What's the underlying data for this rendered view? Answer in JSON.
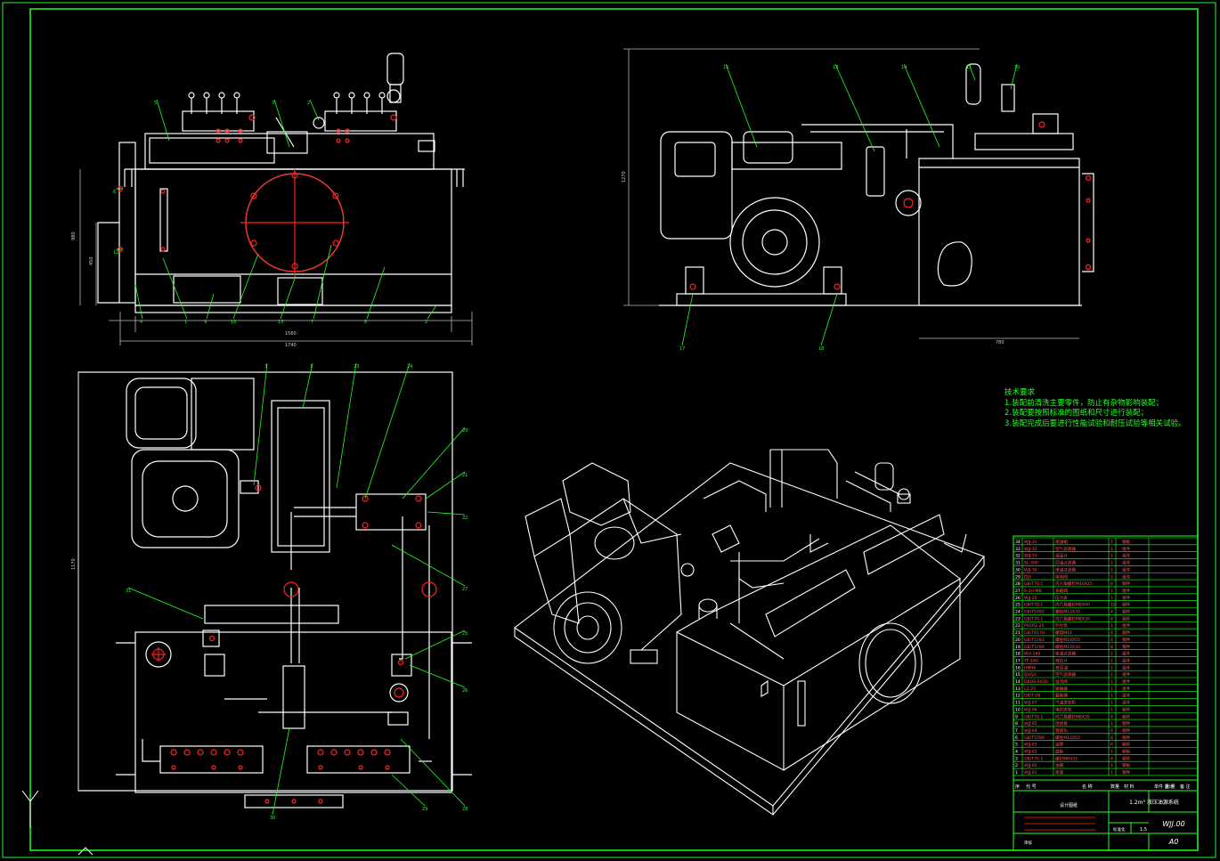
{
  "drawing": {
    "kind": "hydraulic pump station assembly drawing",
    "colors": {
      "background": "#000000",
      "lines": "#ffffff",
      "leaders": "#22ff22",
      "markers": "#ff2222",
      "dims": "#cccccc",
      "border": "#22ff22"
    }
  },
  "tech_requirements": {
    "title": "技术要求",
    "lines": [
      "1.装配前清洗主要零件，防止有杂物影响装配；",
      "2.装配要按照标准的图纸和尺寸进行装配；",
      "3.装配完成后要进行性能试验和耐压试验等相关试验。"
    ]
  },
  "dimensions": {
    "front_width": "1740",
    "front_inner": "1560",
    "front_height": "980",
    "front_inner_height": "450",
    "side_height": "1270",
    "side_width": "780",
    "plan_height": "1170"
  },
  "title_block": {
    "name": "1.2m³ 液压油源系统",
    "drawing_no": "WJJ.00",
    "sheet": "A0",
    "scale": "1:5",
    "header_cols": [
      "序",
      "代 号",
      "名 称",
      "数量",
      "材 料",
      "单件 总计",
      "重 量",
      "备 注"
    ],
    "drawn_label": "设计图纸",
    "approve_label": "标准化",
    "check_label": "审核"
  },
  "bom_rows": [
    [
      "34",
      "WJJ-31",
      "储油箱",
      "1",
      "钢板"
    ],
    [
      "33",
      "WJJ-32",
      "空气滤清器",
      "1",
      "组件"
    ],
    [
      "32",
      "WJJ-33",
      "油温计",
      "1",
      "组件"
    ],
    [
      "31",
      "SL-300",
      "回油过滤器",
      "1",
      "组件"
    ],
    [
      "30",
      "WJJ-30",
      "进油过滤器",
      "1",
      "组件"
    ],
    [
      "29",
      "DJ3",
      "单向阀",
      "1",
      "组件"
    ],
    [
      "28",
      "GB/T70.1",
      "内六角螺钉M10X25",
      "8",
      "钢件"
    ],
    [
      "27",
      "6-2H-MB",
      "多路阀",
      "1",
      "组件"
    ],
    [
      "26",
      "WJJ-25",
      "压力表",
      "1",
      "组件"
    ],
    [
      "25",
      "GB/T70.1",
      "内六角螺钉M8X40",
      "12",
      "钢件"
    ],
    [
      "24",
      "GB/T5782",
      "螺栓M12X35",
      "4",
      "钢件"
    ],
    [
      "23",
      "GB/T70.1",
      "内六角螺钉M8X30",
      "4",
      "钢件"
    ],
    [
      "22",
      "PV2R1-25",
      "叶片泵",
      "1",
      "组件"
    ],
    [
      "21",
      "GB/T6170",
      "螺母M16",
      "4",
      "钢件"
    ],
    [
      "20",
      "GB/T5783",
      "螺栓M16X55",
      "4",
      "钢件"
    ],
    [
      "19",
      "GB/T5789",
      "螺栓M10X30",
      "8",
      "钢件"
    ],
    [
      "18",
      "WU-160",
      "吸油过滤器",
      "1",
      "组件"
    ],
    [
      "17",
      "YF-160",
      "液位计",
      "1",
      "组件"
    ],
    [
      "16",
      "HM46",
      "液压油",
      "1",
      "组件"
    ],
    [
      "15",
      "QUQ3",
      "空气滤清器",
      "1",
      "组件"
    ],
    [
      "14",
      "DBDS-6A10",
      "溢流阀",
      "1",
      "组件"
    ],
    [
      "13",
      "LZ-25",
      "联轴器",
      "1",
      "组件"
    ],
    [
      "12",
      "GB/T-08",
      "蓄能器",
      "1",
      "组件"
    ],
    [
      "11",
      "WJJ-07",
      "汽油发动机",
      "1",
      "组件"
    ],
    [
      "10",
      "WJJ-06",
      "电机支架",
      "1",
      "钢件"
    ],
    [
      "9",
      "GB/T70.1",
      "内六角螺钉M8X35",
      "4",
      "钢件"
    ],
    [
      "8",
      "WJJ-05",
      "连接板",
      "1",
      "钢件"
    ],
    [
      "7",
      "WJJ-04",
      "管接头",
      "4",
      "钢件"
    ],
    [
      "6",
      "GB/T5789",
      "螺栓M12X55",
      "8",
      "钢件"
    ],
    [
      "5",
      "WJJ-03",
      "油管",
      "6",
      "钢件"
    ],
    [
      "4",
      "WJJ-02",
      "盖板",
      "1",
      "钢板"
    ],
    [
      "3",
      "GB/T70.1",
      "螺钉M6X55",
      "4",
      "钢件"
    ],
    [
      "2",
      "WJJ-02",
      "油箱",
      "1",
      "钢板"
    ],
    [
      "1",
      "WJJ-01",
      "底座",
      "1",
      "钢件"
    ]
  ],
  "callouts_front": [
    "4",
    "1",
    "9",
    "10",
    "13",
    "7",
    "8",
    "2",
    "5",
    "3",
    "2",
    "6",
    "12"
  ],
  "callouts_side": [
    "15",
    "13",
    "14",
    "11",
    "10",
    "17",
    "18"
  ],
  "callouts_plan": [
    "3",
    "1",
    "23",
    "24",
    "20",
    "21",
    "22",
    "27",
    "25",
    "26",
    "28",
    "29",
    "30",
    "31"
  ]
}
